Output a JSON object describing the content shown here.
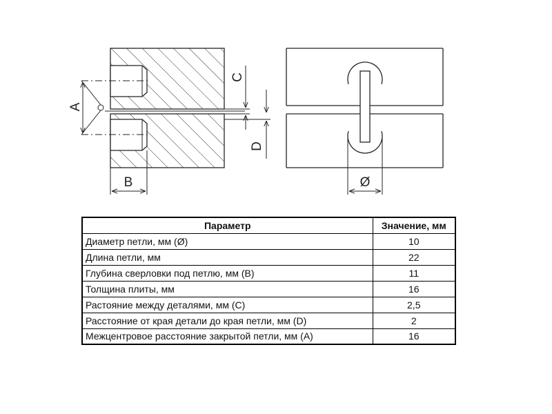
{
  "diagram": {
    "labels": {
      "a": "A",
      "b": "B",
      "c": "C",
      "d": "D",
      "diameter": "Ø"
    }
  },
  "table": {
    "headers": [
      "Параметр",
      "Значение, мм"
    ],
    "rows": [
      {
        "name": "Диаметр петли, мм (Ø)",
        "value": "10"
      },
      {
        "name": "Длина петли, мм",
        "value": "22"
      },
      {
        "name": "Глубина сверловки под петлю, мм (B)",
        "value": "11"
      },
      {
        "name": "Толщина плиты, мм",
        "value": "16"
      },
      {
        "name": "Растояние между деталями, мм (C)",
        "value": "2,5"
      },
      {
        "name": "Расстояние от края детали до края петли, мм (D)",
        "value": "2"
      },
      {
        "name": "Межцентровое расстояние закрытой петли, мм (A)",
        "value": "16"
      }
    ]
  }
}
